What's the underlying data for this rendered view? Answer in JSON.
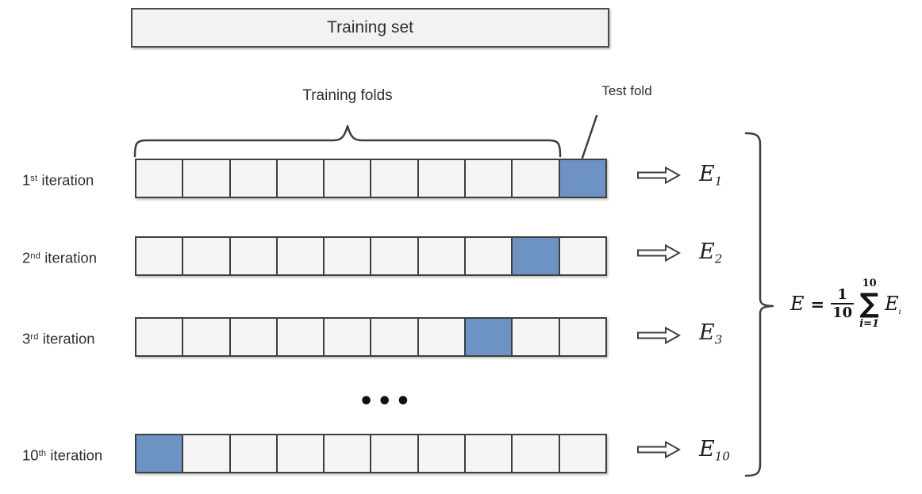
{
  "diagram": {
    "training_set_label": "Training set",
    "training_folds_label": "Training folds",
    "test_fold_label": "Test fold",
    "ellipsis": "•••",
    "num_folds": 10,
    "rows": [
      {
        "iteration_number": "1",
        "iteration_ordinal": "st",
        "iteration_word": "iteration",
        "test_fold_index": 10,
        "error_base": "E",
        "error_subscript": "1"
      },
      {
        "iteration_number": "2",
        "iteration_ordinal": "nd",
        "iteration_word": "iteration",
        "test_fold_index": 9,
        "error_base": "E",
        "error_subscript": "2"
      },
      {
        "iteration_number": "3",
        "iteration_ordinal": "rd",
        "iteration_word": "iteration",
        "test_fold_index": 8,
        "error_base": "E",
        "error_subscript": "3"
      },
      {
        "iteration_number": "10",
        "iteration_ordinal": "th",
        "iteration_word": "iteration",
        "test_fold_index": 1,
        "error_base": "E",
        "error_subscript": "10"
      }
    ],
    "formula": {
      "lhs": "E",
      "equals": "=",
      "fraction": {
        "numerator": "1",
        "denominator": "10"
      },
      "sum": {
        "upper_limit": "10",
        "symbol": "∑",
        "lower_limit": "i=1"
      },
      "term_base": "E",
      "term_subscript": "i"
    },
    "colors": {
      "box_border": "#3f3f3f",
      "box_fill": "#f5f5f3",
      "test_fold_fill": "#6d93c4",
      "text": "#2f2f2f"
    }
  }
}
